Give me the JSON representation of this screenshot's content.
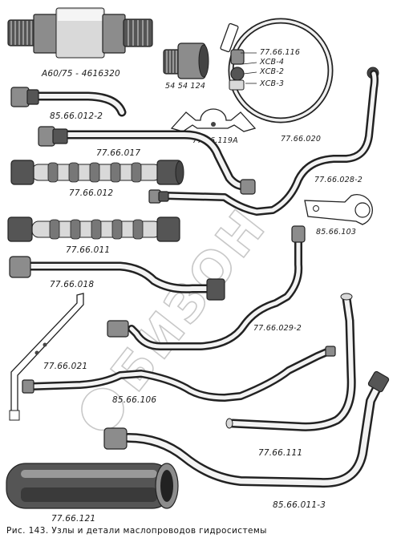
{
  "watermark": "БИЗОН",
  "caption": "Рис. 143. Узлы и детали маслопроводов гидросистемы",
  "parts": {
    "adapter_a60": "A60/75 - 4616320",
    "nipple_54": "54 54 124",
    "valve_116": "77.66.116",
    "clamp_xcb4": "ХСВ-4",
    "clamp_xcb2": "ХСВ-2",
    "clamp_xcb3": "ХСВ-3",
    "tube_012_2": "85.66.012-2",
    "bracket_119a": "77.66.119А",
    "band_020": "77.66.020",
    "tube_017": "77.66.017",
    "tube_028_2": "77.66.028-2",
    "hose_012": "77.66.012",
    "clip_103": "85.66.103",
    "hose_011": "77.66.011",
    "tube_018": "77.66.018",
    "tube_029_2": "77.66.029-2",
    "bracket_021": "77.66.021",
    "tube_106": "85.66.106",
    "tube_111": "77.66.111",
    "sleeve_121": "77.66.121",
    "tube_011_3": "85.66.011-3"
  }
}
